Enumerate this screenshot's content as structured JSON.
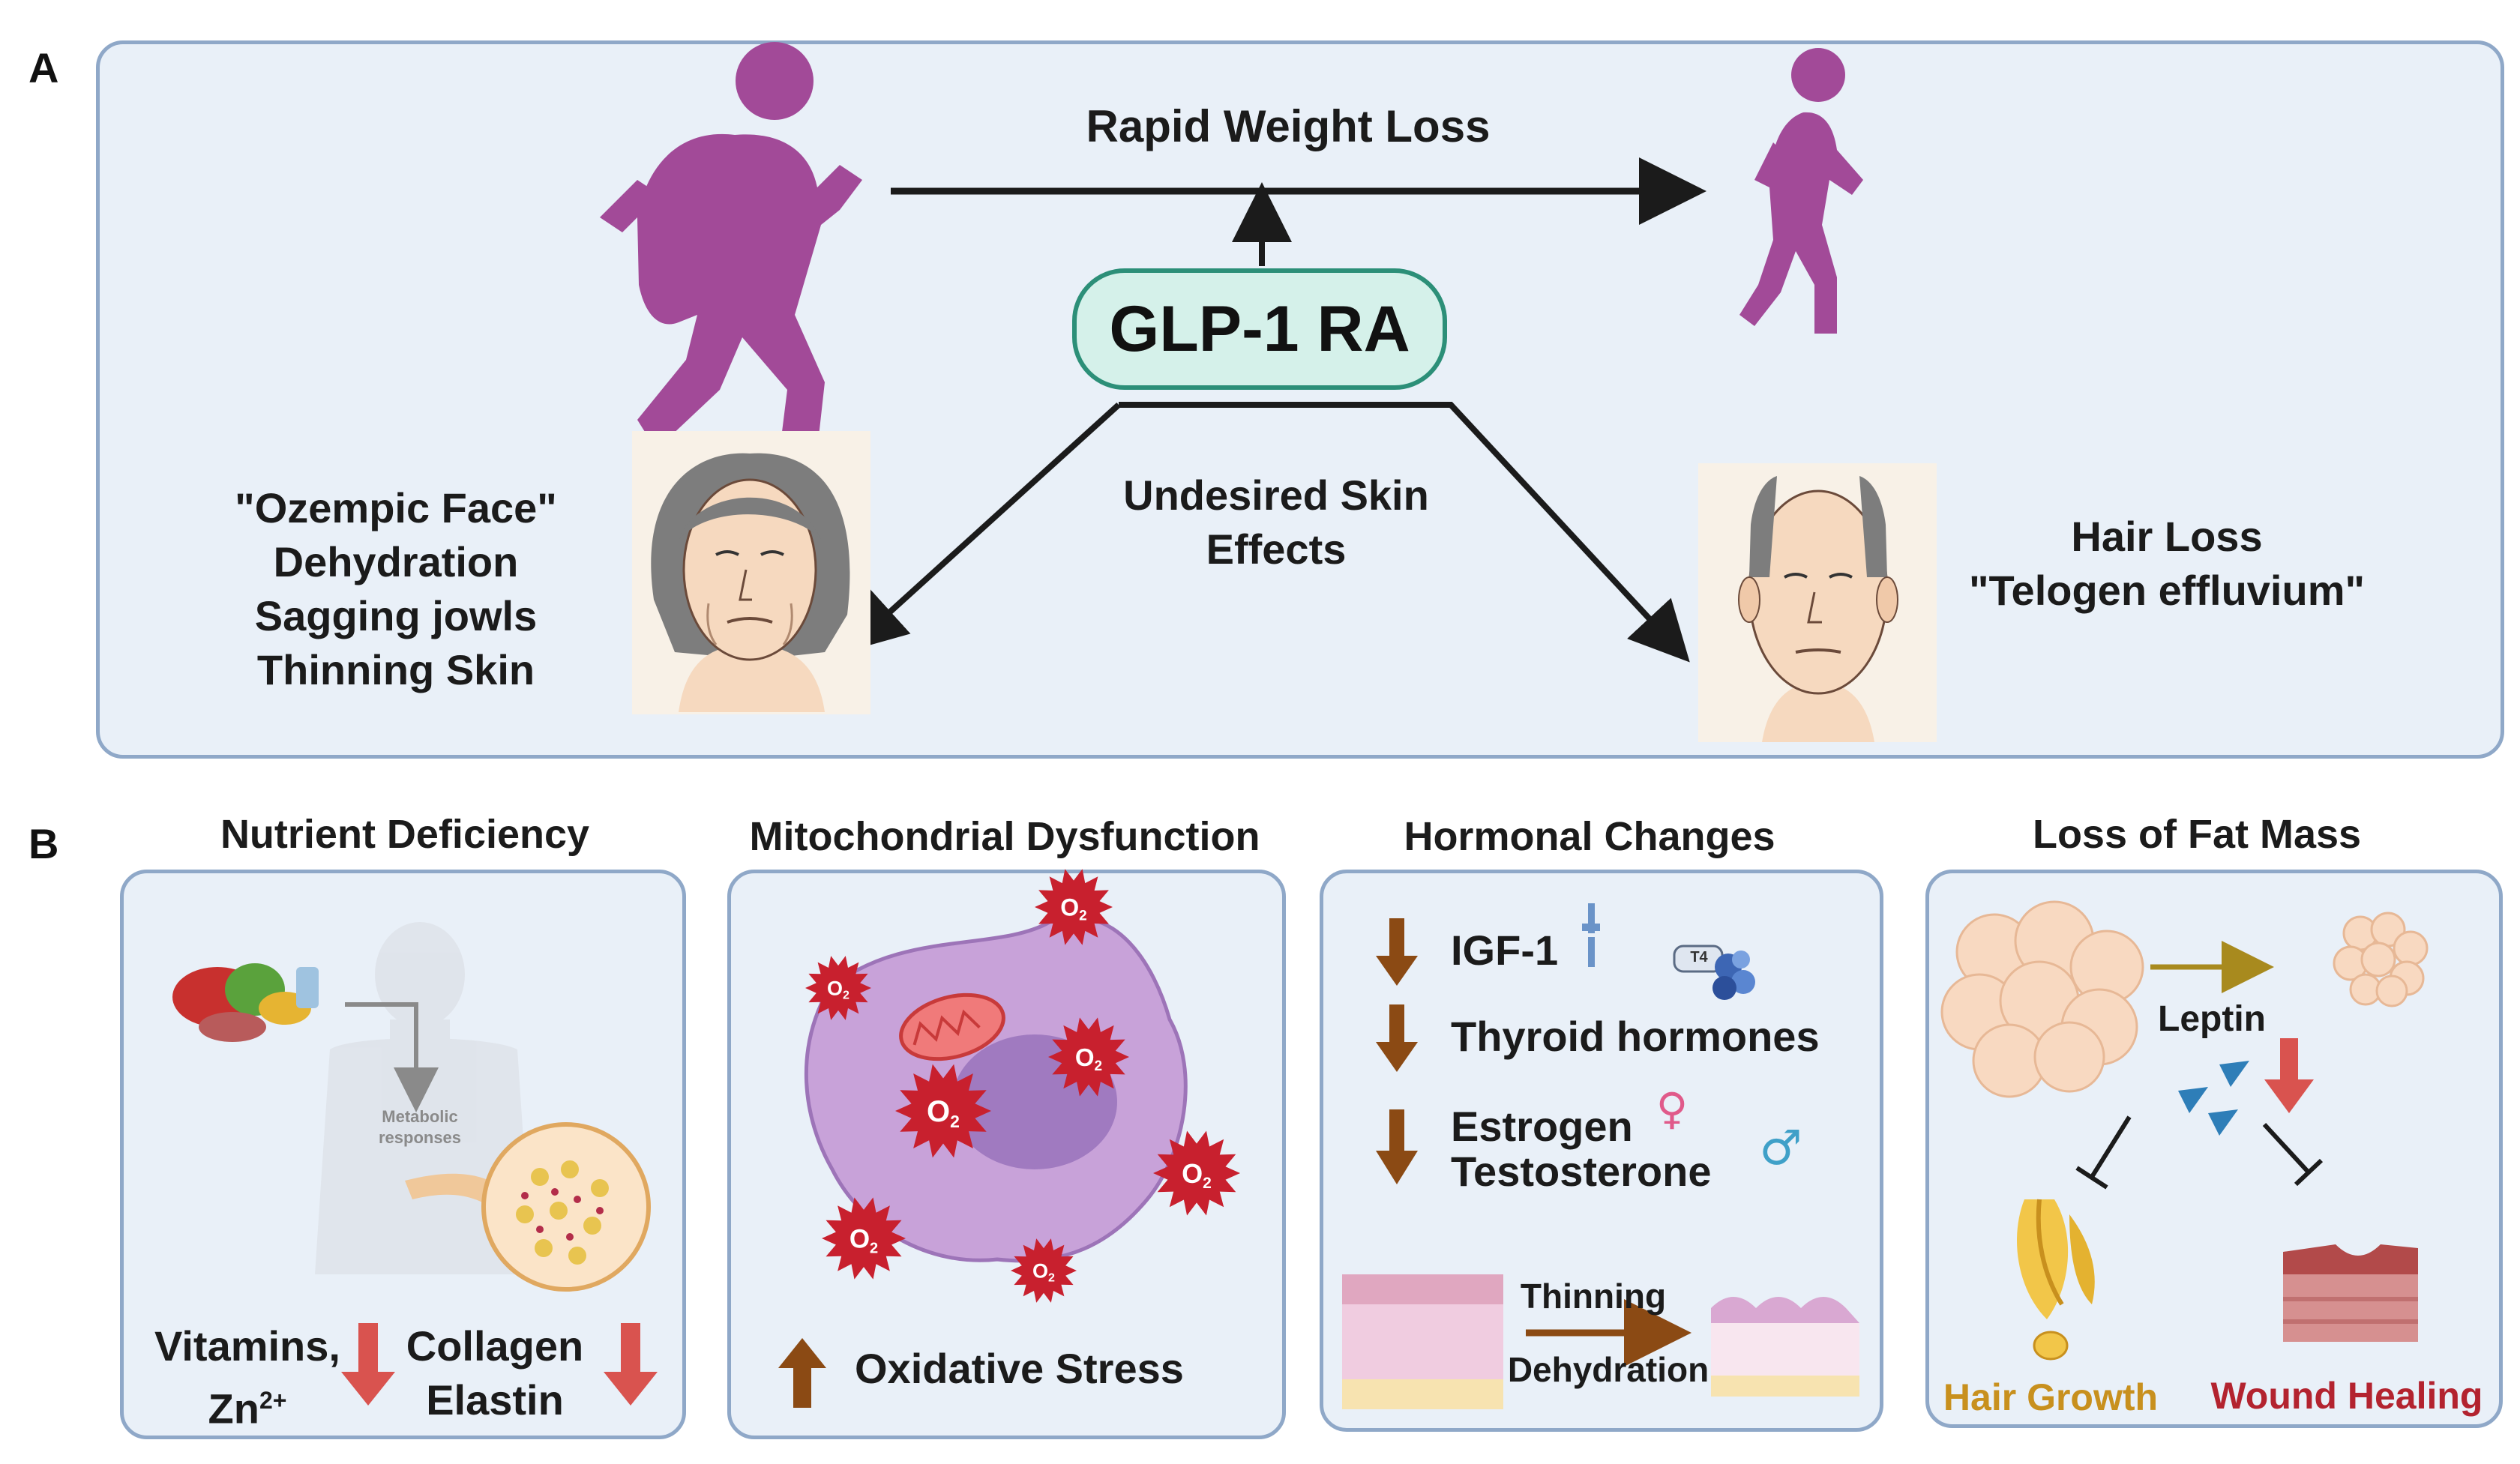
{
  "panels": {
    "a_label": "A",
    "b_label": "B"
  },
  "panel_a": {
    "top_label": "Rapid Weight Loss",
    "drug": "GLP-1 RA",
    "center_label_line1": "Undesired Skin",
    "center_label_line2": "Effects",
    "left_effects": [
      "\"Ozempic Face\"",
      "Dehydration",
      "Sagging jowls",
      "Thinning Skin"
    ],
    "right_effects": [
      "Hair Loss",
      "\"Telogen effluvium\""
    ]
  },
  "panel_b": {
    "nutrient": {
      "title": "Nutrient Deficiency",
      "metabolic_line1": "Metabolic",
      "metabolic_line2": "responses",
      "left_line1": "Vitamins,",
      "left_line2": "Zn",
      "left_sup": "2+",
      "right_line1": "Collagen",
      "right_line2": "Elastin"
    },
    "mito": {
      "title": "Mitochondrial Dysfunction",
      "o2": "O",
      "o2_sub": "2",
      "label": "Oxidative Stress"
    },
    "hormonal": {
      "title": "Hormonal Changes",
      "items": [
        "IGF-1",
        "Thyroid hormones",
        "Estrogen",
        "Testosterone"
      ],
      "t4": "T4",
      "female_symbol": "♀",
      "male_symbol": "♂",
      "arrow_top": "Thinning",
      "arrow_bottom": "Dehydration"
    },
    "fat": {
      "title": "Loss of Fat Mass",
      "leptin": "Leptin",
      "hair": "Hair Growth",
      "wound": "Wound Healing"
    }
  },
  "colors": {
    "box_fill": "#e9f0f8",
    "box_border": "#8fa8c8",
    "figure_purple": "#a24a98",
    "pill_fill": "#d5f1ea",
    "pill_border": "#2c8f78",
    "down_red": "#d9534f",
    "down_brown": "#8b4a14",
    "star_red": "#c8202e",
    "hair_gold": "#c8901e",
    "wound_red": "#b3232f"
  }
}
